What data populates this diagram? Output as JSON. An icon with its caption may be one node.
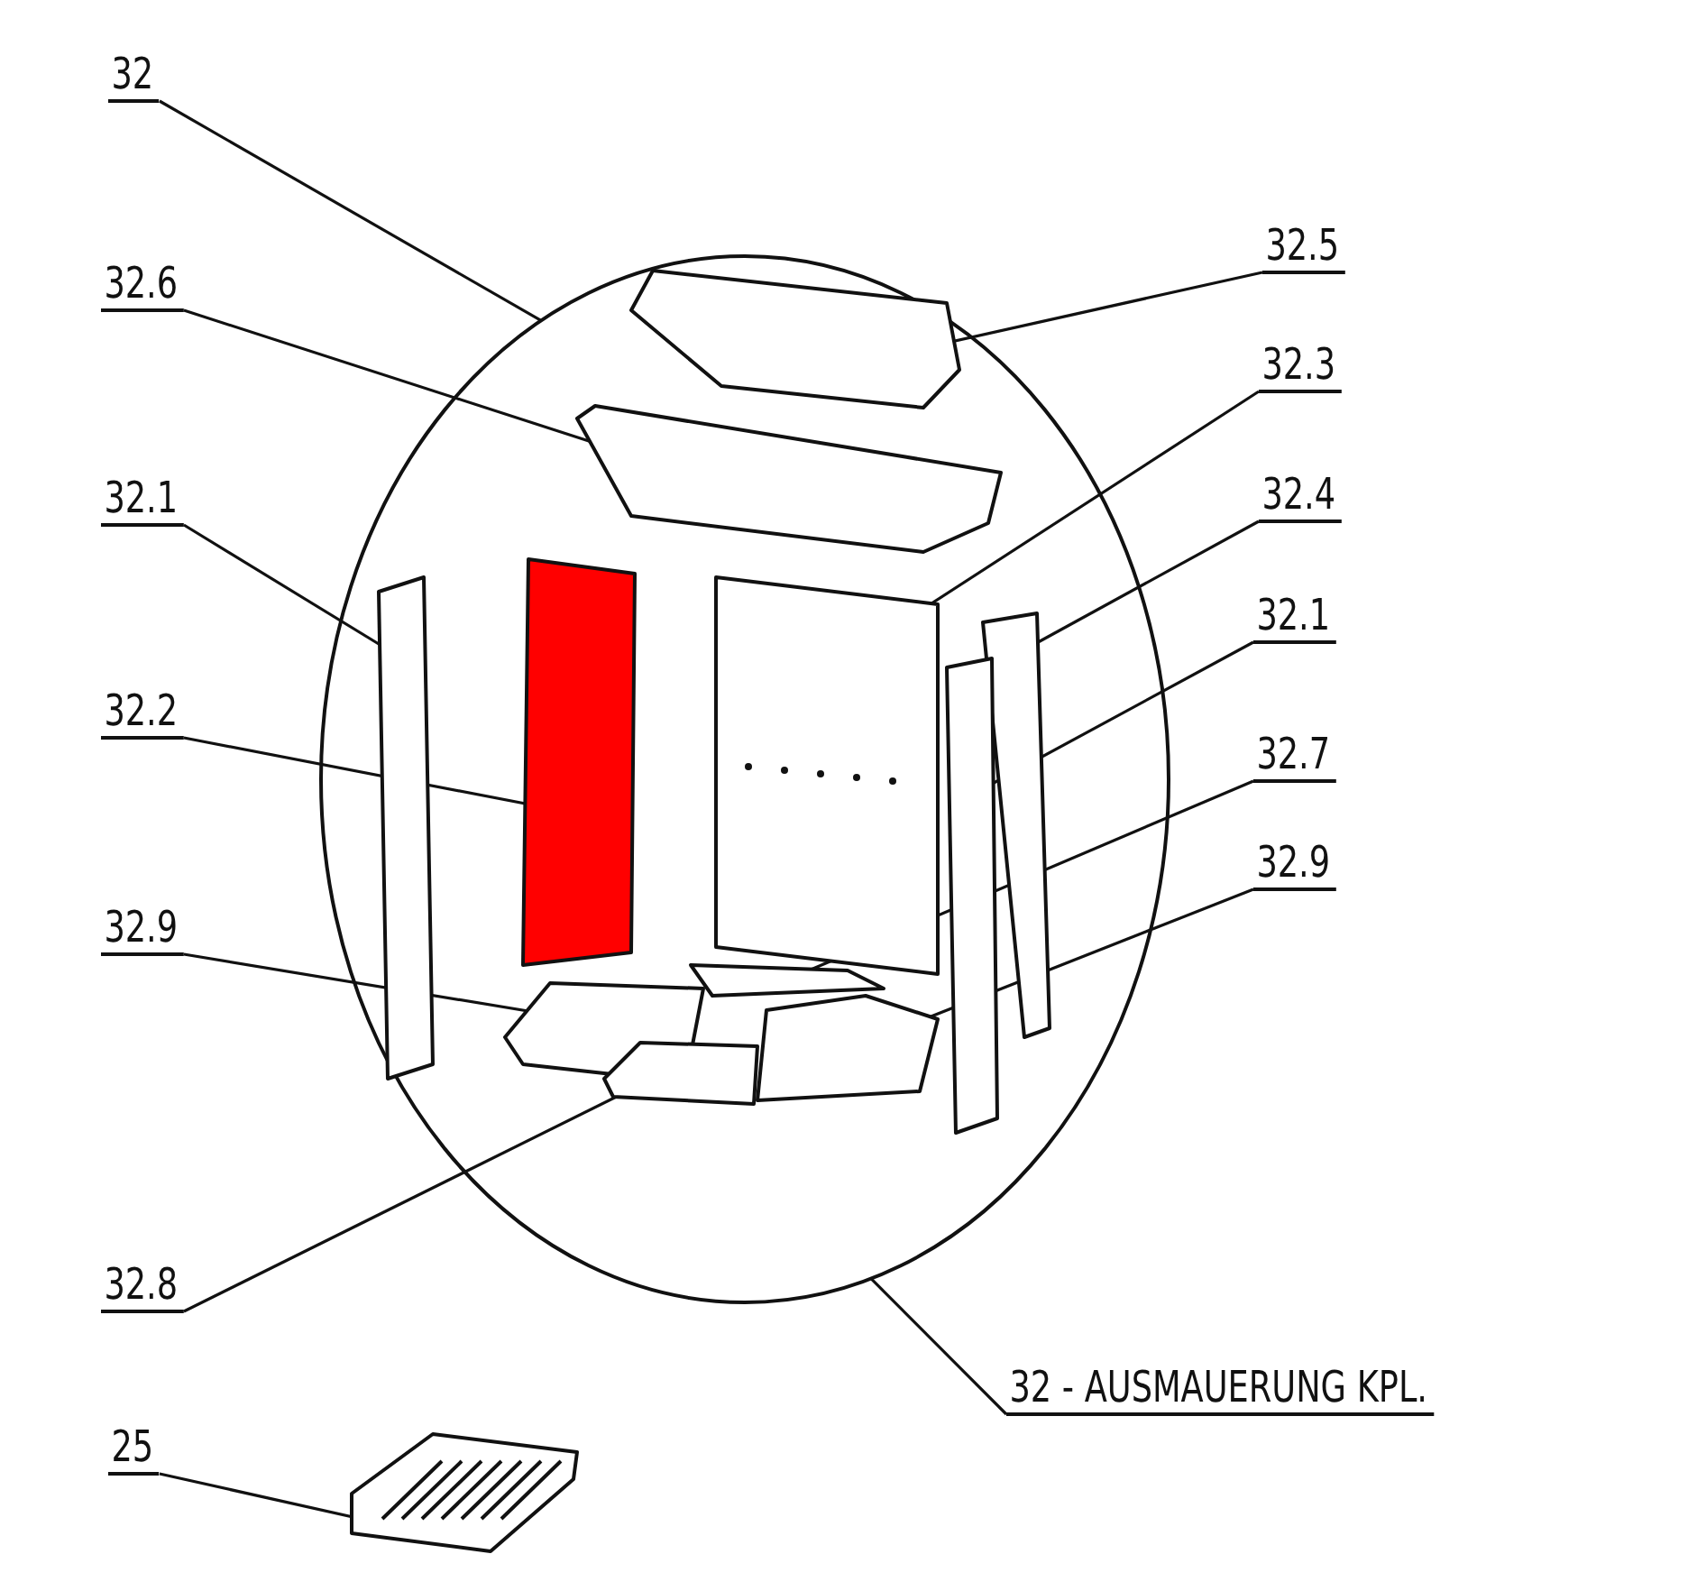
{
  "diagram": {
    "nodes": [
      {
        "text": [
          "32"
        ]
      },
      {
        "text": [],
        "shape": "circle"
      },
      {
        "text": [
          "32.5"
        ]
      },
      {
        "text": [],
        "shape": "box",
        "in": 1
      },
      {
        "text": [
          "32.6"
        ]
      },
      {
        "text": [],
        "shape": "box",
        "in": 1
      },
      {
        "text": [
          "32.3"
        ]
      },
      {
        "text": [],
        "shape": "box",
        "in": 1
      },
      {
        "text": [
          "32.1"
        ]
      },
      {
        "text": [],
        "shape": "box",
        "in": 1
      },
      {
        "text": [
          "32.4"
        ]
      },
      {
        "text": [],
        "shape": "box",
        "in": 1
      },
      {
        "text": [
          "32.2"
        ]
      },
      {
        "text": [],
        "shape": "box",
        "in": 1
      },
      {
        "text": [
          "32.1"
        ]
      },
      {
        "text": [],
        "shape": "box",
        "in": 1
      },
      {
        "text": [
          "32.7"
        ]
      },
      {
        "text": [],
        "shape": "box",
        "in": 1
      },
      {
        "text": [
          "32.9"
        ]
      },
      {
        "text": [],
        "shape": "box",
        "in": 1
      },
      {
        "text": [
          "32.9"
        ]
      },
      {
        "text": [],
        "shape": "box",
        "in": 1
      },
      {
        "text": [
          "32.8"
        ]
      },
      {
        "text": [],
        "shape": "box",
        "in": 1
      },
      {
        "text": [
          "32 - AUSMAUERUNG KPL."
        ]
      },
      {
        "text": [
          "25"
        ]
      },
      {
        "text": [],
        "shape": "picture"
      }
    ],
    "edges": [
      {
        "from": 0,
        "to": 1,
        "arrow": "none"
      },
      {
        "from": 2,
        "to": 3,
        "arrow": "none"
      },
      {
        "from": 4,
        "to": 5,
        "arrow": "none"
      },
      {
        "from": 6,
        "to": 7,
        "arrow": "none"
      },
      {
        "from": 8,
        "to": 9,
        "arrow": "none"
      },
      {
        "from": 10,
        "to": 11,
        "arrow": "none"
      },
      {
        "from": 12,
        "to": 13,
        "arrow": "none"
      },
      {
        "from": 14,
        "to": 15,
        "arrow": "none"
      },
      {
        "from": 16,
        "to": 17,
        "arrow": "none"
      },
      {
        "from": 18,
        "to": 19,
        "arrow": "none"
      },
      {
        "from": 20,
        "to": 21,
        "arrow": "none"
      },
      {
        "from": 22,
        "to": 23,
        "arrow": "none"
      },
      {
        "from": 24,
        "to": 1,
        "arrow": "none"
      },
      {
        "from": 25,
        "to": 26,
        "arrow": "none"
      }
    ]
  }
}
